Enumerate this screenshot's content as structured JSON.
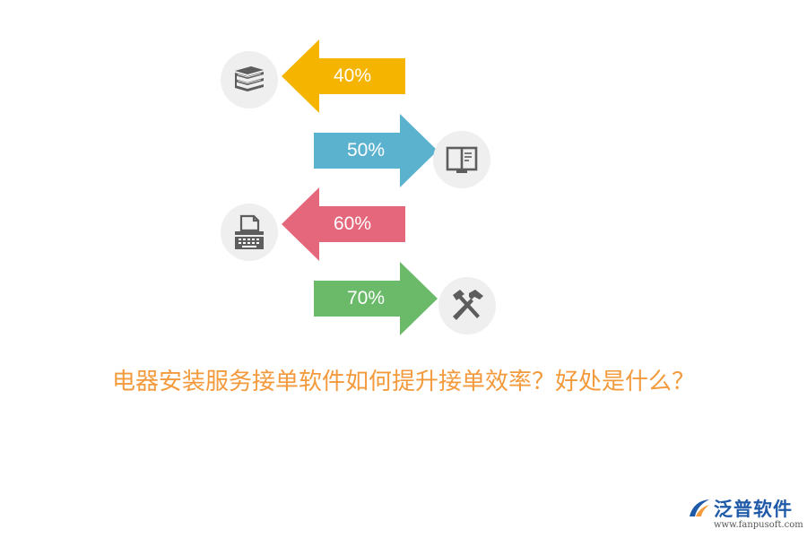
{
  "items": [
    {
      "label": "40%",
      "color": "#f4b400",
      "direction": "left",
      "icon": "books-icon"
    },
    {
      "label": "50%",
      "color": "#5bb2cf",
      "direction": "right",
      "icon": "open-book-icon"
    },
    {
      "label": "60%",
      "color": "#e4677b",
      "direction": "left",
      "icon": "typewriter-icon"
    },
    {
      "label": "70%",
      "color": "#6aba6a",
      "direction": "right",
      "icon": "hammers-icon"
    }
  ],
  "title": {
    "text": "电器安装服务接单软件如何提升接单效率？好处是什么？",
    "color": "#f39a3c"
  },
  "logo": {
    "name": "泛普软件",
    "url": "www.fanpusoft.com",
    "icon": "fanpu-logo-icon"
  }
}
